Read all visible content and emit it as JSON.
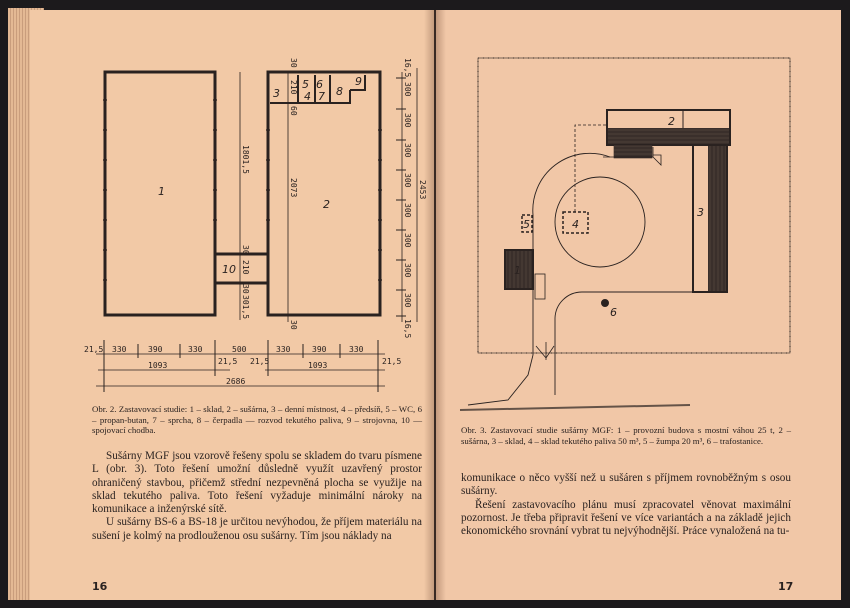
{
  "left_page": {
    "figure": {
      "room_labels": [
        "1",
        "2",
        "3",
        "4",
        "5",
        "6",
        "7",
        "8",
        "9",
        "10"
      ],
      "dimensions_vertical": [
        "1801,5",
        "2073",
        "30",
        "210",
        "30",
        "301,5",
        "30",
        "210",
        "60",
        "30"
      ],
      "dimensions_right": [
        "16,5",
        "300",
        "300",
        "300",
        "300",
        "300",
        "300",
        "300",
        "300",
        "16,5",
        "2453"
      ],
      "dimensions_bottom_row1": [
        "21,5",
        "330",
        "390",
        "330",
        "500",
        "330",
        "390",
        "330",
        "21,5",
        "21,5",
        "21,5"
      ],
      "dimensions_bottom_row2": [
        "1093",
        "1093"
      ],
      "dimensions_bottom_total": "2686"
    },
    "caption": "Obr. 2. Zastavovací studie: 1 – sklad, 2 – sušárna, 3 – denní místnost, 4 – předsíň, 5 – WC, 6 – propan-butan, 7 – sprcha, 8 – čerpadla — rozvod tekutého paliva, 9 – strojovna, 10 — spojovací chodba.",
    "paragraphs": [
      "Sušárny MGF jsou vzorově řešeny spolu se skladem do tvaru písmene L (obr. 3). Toto řešení umožní důsledně využít uzavřený prostor ohraničený stavbou, přičemž střední nezpevněná plocha se využije na sklad tekutého paliva. Toto řešení vyžaduje minimální nároky na komunikace a inženýrské sítě.",
      "U sušárny BS-6 a BS-18 je určitou nevýhodou, že příjem materiálu na sušení je kolmý na prodlouženou osu sušárny. Tím jsou náklady na"
    ],
    "page_number": "16"
  },
  "right_page": {
    "figure": {
      "labels": [
        "1",
        "2",
        "3",
        "4",
        "5",
        "6"
      ]
    },
    "caption": "Obr. 3. Zastavovací studie sušárny MGF: 1 – provozní budova s mostní váhou 25 t, 2 – sušárna, 3 – sklad, 4 – sklad tekutého paliva 50 m³, 5 – žumpa 20 m³, 6 – trafostanice.",
    "paragraphs": [
      "komunikace o něco vyšší než u sušáren s příjmem rovnoběžným s osou sušárny.",
      "Řešení zastavovacího plánu musí zpracovatel věnovat maximální pozornost. Je třeba připravit řešení ve více variantách a na základě jejich ekonomického srovnání vybrat tu nejvýhodnější. Práce vynaložená na tu-"
    ],
    "page_number": "17"
  }
}
